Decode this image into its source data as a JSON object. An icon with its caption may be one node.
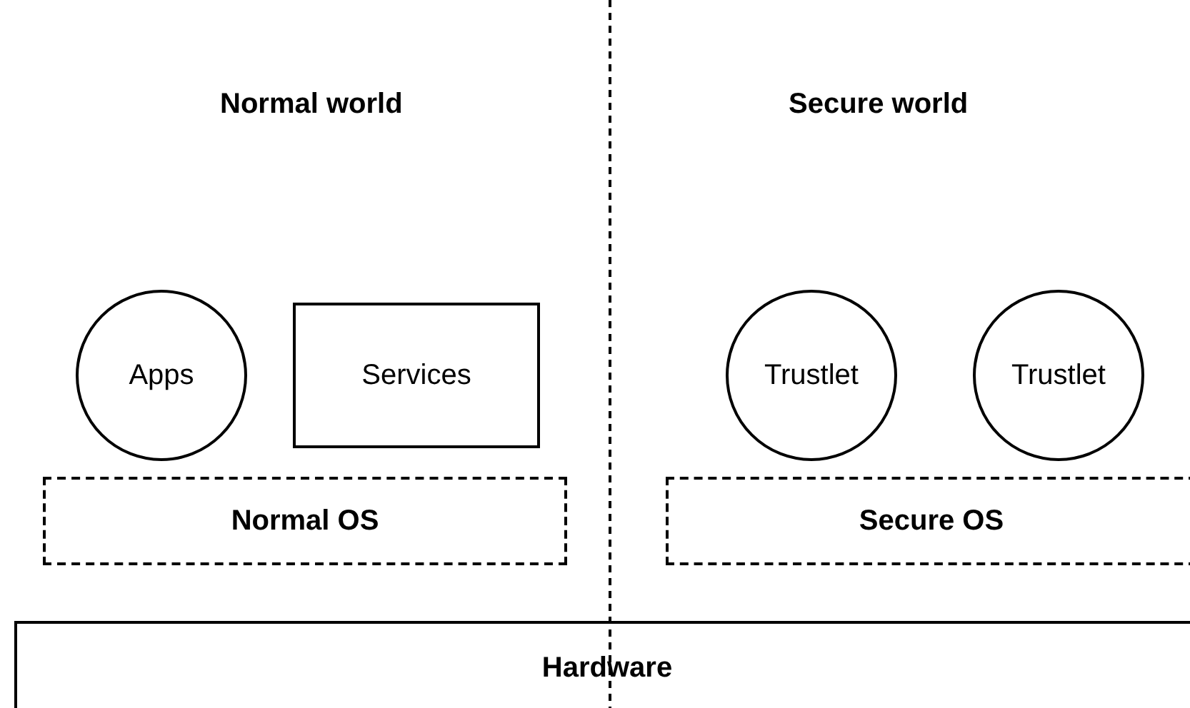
{
  "diagram": {
    "nodes": [
      {
        "text": [
          "Apps"
        ]
      },
      {
        "text": [
          "Services"
        ]
      },
      {
        "text": [
          "Normal OS"
        ]
      },
      {
        "text": [
          "Trustlet"
        ]
      },
      {
        "text": [
          "Trustlet"
        ]
      },
      {
        "text": [
          "Secure OS"
        ]
      },
      {
        "text": [
          "Hardware"
        ]
      }
    ],
    "edges": [],
    "labels": [
      "Normal world",
      "Secure world"
    ]
  }
}
